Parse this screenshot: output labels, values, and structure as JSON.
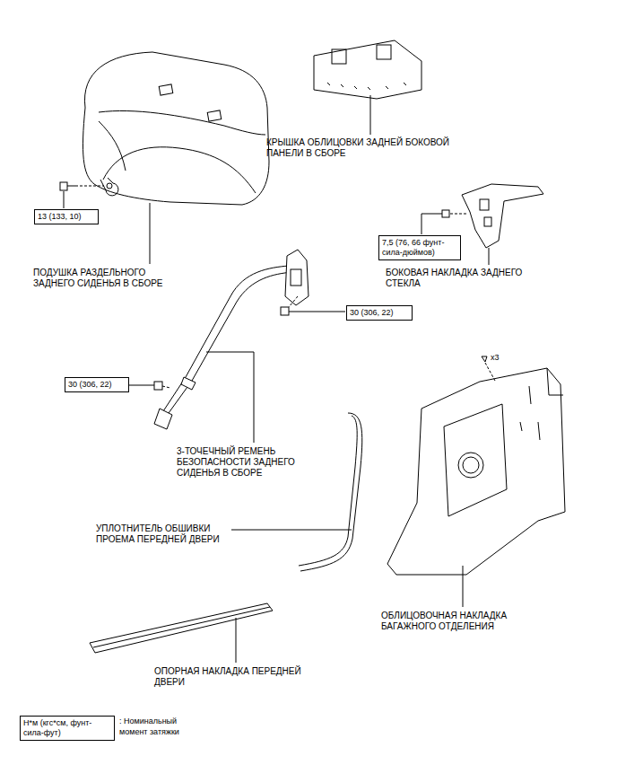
{
  "diagram": {
    "nodes": [
      {
        "text": [
          "13 (133, 10)"
        ]
      },
      {
        "text": [
          "7,5 (76, 66 фунт-сила-дюймов)"
        ]
      },
      {
        "text": [
          "30 (306, 22)"
        ]
      },
      {
        "text": [
          "30 (306, 22)"
        ]
      },
      {
        "text": [
          "Н*м (кгс*см, фунт-сила-фут)"
        ]
      }
    ],
    "edges": [],
    "labels": [
      "КРЫШКА ОБЛИЦОВКИ ЗАДНЕЙ БОКОВОЙ ПАНЕЛИ В СБОРЕ",
      "ПОДУШКА РАЗДЕЛЬНОГО ЗАДНЕГО СИДЕНЬЯ В СБОРЕ",
      "БОКОВАЯ НАКЛАДКА ЗАДНЕГО СТЕКЛА",
      "x3",
      "3-ТОЧЕЧНЫЙ РЕМЕНЬ БЕЗОПАСНОСТИ ЗАДНЕГО СИДЕНЬЯ В СБОРЕ",
      "УПЛОТНИТЕЛЬ ОБШИВКИ ПРОЕМА ПЕРЕДНЕЙ ДВЕРИ",
      "ОБЛИЦОВОЧНАЯ НАКЛАДКА БАГАЖНОГО ОТДЕЛЕНИЯ",
      "ОПОРНАЯ НАКЛАДКА ПЕРЕДНЕЙ ДВЕРИ",
      ": Номинальный момент затяжки"
    ]
  }
}
